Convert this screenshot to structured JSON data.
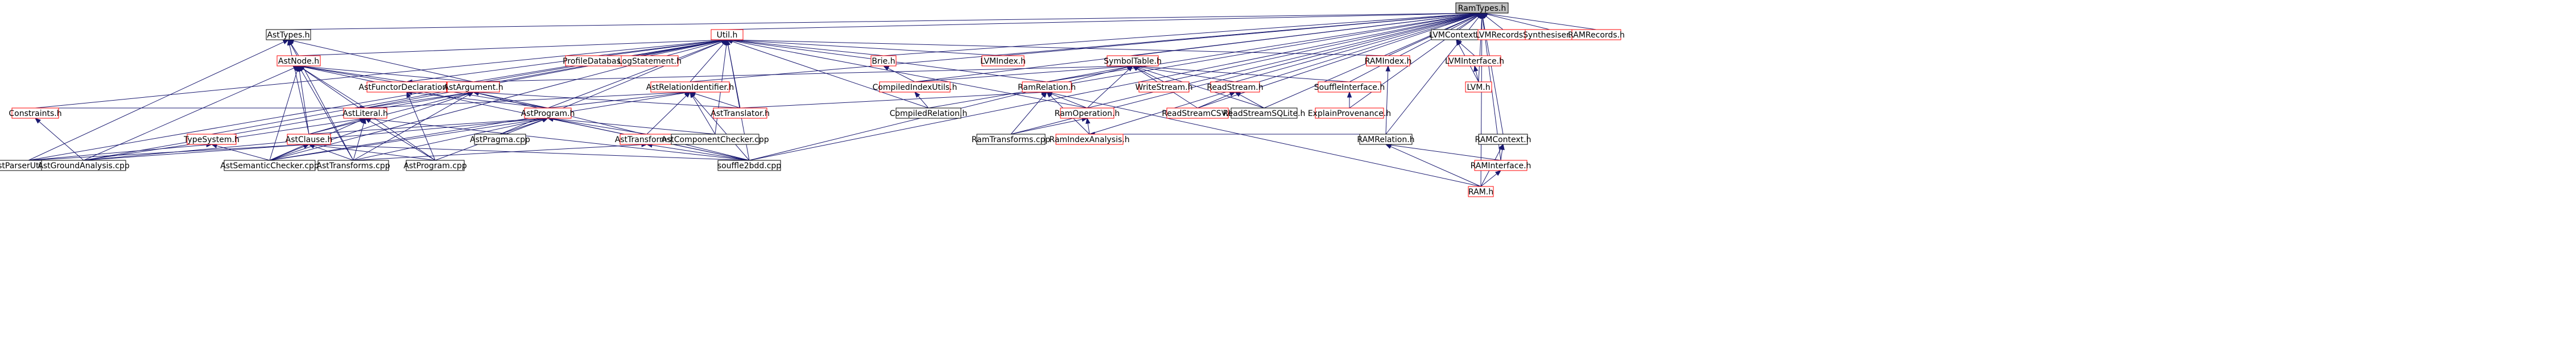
{
  "colors": {
    "background": "#ffffff",
    "edge": "#191970",
    "root_fill": "#bfbfbf",
    "box_border": "#000000",
    "truncated_border": "#ff0000"
  },
  "nodes": [
    {
      "id": "RamTypes",
      "label": "RamTypes.h",
      "root": true,
      "red": false
    },
    {
      "id": "AstTypes",
      "label": "AstTypes.h",
      "red": false
    },
    {
      "id": "LVMContext",
      "label": "LVMContext.h",
      "red": false
    },
    {
      "id": "LVMRecords",
      "label": "LVMRecords.h",
      "red": true
    },
    {
      "id": "Synthesiser",
      "label": "Synthesiser.h",
      "red": true
    },
    {
      "id": "RAMRecords",
      "label": "RAMRecords.h",
      "red": true
    },
    {
      "id": "Util",
      "label": "Util.h",
      "red": true
    },
    {
      "id": "LVMInterface",
      "label": "LVMInterface.h",
      "red": true
    },
    {
      "id": "AstNode",
      "label": "AstNode.h",
      "red": true
    },
    {
      "id": "ProfileDatabase",
      "label": "ProfileDatabase.h",
      "red": true
    },
    {
      "id": "LogStatement",
      "label": "LogStatement.h",
      "red": true
    },
    {
      "id": "Brie",
      "label": "Brie.h",
      "red": true
    },
    {
      "id": "LVMIndex",
      "label": "LVMIndex.h",
      "red": true
    },
    {
      "id": "SymbolTable",
      "label": "SymbolTable.h",
      "red": true
    },
    {
      "id": "RAMIndex",
      "label": "RAMIndex.h",
      "red": true
    },
    {
      "id": "AstFunctorDeclaration",
      "label": "AstFunctorDeclaration.h",
      "red": true
    },
    {
      "id": "AstArgument",
      "label": "AstArgument.h",
      "red": true
    },
    {
      "id": "AstRelationIdentifier",
      "label": "AstRelationIdentifier.h",
      "red": true
    },
    {
      "id": "CompiledIndexUtils",
      "label": "CompiledIndexUtils.h",
      "red": true
    },
    {
      "id": "RamRelation",
      "label": "RamRelation.h",
      "red": true
    },
    {
      "id": "WriteStream",
      "label": "WriteStream.h",
      "red": true
    },
    {
      "id": "ReadStream",
      "label": "ReadStream.h",
      "red": true
    },
    {
      "id": "SouffleInterface",
      "label": "SouffleInterface.h",
      "red": true
    },
    {
      "id": "LVMh",
      "label": "LVM.h",
      "red": true
    },
    {
      "id": "Constraints",
      "label": "Constraints.h",
      "red": true
    },
    {
      "id": "AstLiteral",
      "label": "AstLiteral.h",
      "red": true
    },
    {
      "id": "AstProgram",
      "label": "AstProgram.h",
      "red": true
    },
    {
      "id": "AstTranslator",
      "label": "AstTranslator.h",
      "red": true
    },
    {
      "id": "CompiledRelation",
      "label": "CompiledRelation.h",
      "red": false
    },
    {
      "id": "RamOperation",
      "label": "RamOperation.h",
      "red": true
    },
    {
      "id": "ReadStreamCSV",
      "label": "ReadStreamCSV.h",
      "red": true
    },
    {
      "id": "ReadStreamSQLite",
      "label": "ReadStreamSQLite.h",
      "red": false
    },
    {
      "id": "ExplainProvenance",
      "label": "ExplainProvenance.h",
      "red": true
    },
    {
      "id": "TypeSystem",
      "label": "TypeSystem.h",
      "red": true
    },
    {
      "id": "AstClause",
      "label": "AstClause.h",
      "red": true
    },
    {
      "id": "AstTransforms",
      "label": "AstTransforms.h",
      "red": true
    },
    {
      "id": "AstPragma",
      "label": "AstPragma.cpp",
      "red": false
    },
    {
      "id": "AstComponentChecker",
      "label": "AstComponentChecker.cpp",
      "red": false
    },
    {
      "id": "RamTransformsCpp",
      "label": "RamTransforms.cpp",
      "red": false
    },
    {
      "id": "RamIndexAnalysis",
      "label": "RamIndexAnalysis.h",
      "red": true
    },
    {
      "id": "RAMRelation",
      "label": "RAMRelation.h",
      "red": false
    },
    {
      "id": "RAMContext",
      "label": "RAMContext.h",
      "red": false
    },
    {
      "id": "RAMInterface",
      "label": "RAMInterface.h",
      "red": true
    },
    {
      "id": "RAMh",
      "label": "RAM.h",
      "red": true
    },
    {
      "id": "AstParserUtils",
      "label": "AstParserUtils.cpp",
      "red": false
    },
    {
      "id": "AstGroundAnalysis",
      "label": "AstGroundAnalysis.cpp",
      "red": false
    },
    {
      "id": "AstSemanticChecker",
      "label": "AstSemanticChecker.cpp",
      "red": false
    },
    {
      "id": "AstTransformsCpp",
      "label": "AstTransforms.cpp",
      "red": false
    },
    {
      "id": "AstProgramCpp",
      "label": "AstProgram.cpp",
      "red": false
    },
    {
      "id": "Souffle2bdd",
      "label": "souffle2bdd.cpp",
      "red": false
    }
  ],
  "edges": [
    [
      "AstTypes",
      "RamTypes"
    ],
    [
      "LVMContext",
      "RamTypes"
    ],
    [
      "LVMRecords",
      "RamTypes"
    ],
    [
      "Synthesiser",
      "RamTypes"
    ],
    [
      "RAMRecords",
      "RamTypes"
    ],
    [
      "Util",
      "RamTypes"
    ],
    [
      "Brie",
      "RamTypes"
    ],
    [
      "LVMIndex",
      "RamTypes"
    ],
    [
      "SymbolTable",
      "RamTypes"
    ],
    [
      "RAMIndex",
      "RamTypes"
    ],
    [
      "RamRelation",
      "RamTypes"
    ],
    [
      "WriteStream",
      "RamTypes"
    ],
    [
      "ReadStream",
      "RamTypes"
    ],
    [
      "SouffleInterface",
      "RamTypes"
    ],
    [
      "LVMh",
      "RamTypes"
    ],
    [
      "CompiledIndexUtils",
      "RamTypes"
    ],
    [
      "CompiledRelation",
      "RamTypes"
    ],
    [
      "RamOperation",
      "RamTypes"
    ],
    [
      "ReadStreamCSV",
      "RamTypes"
    ],
    [
      "ReadStreamSQLite",
      "RamTypes"
    ],
    [
      "ExplainProvenance",
      "RamTypes"
    ],
    [
      "RamTransformsCpp",
      "RamTypes"
    ],
    [
      "RamIndexAnalysis",
      "RamTypes"
    ],
    [
      "RAMRelation",
      "RamTypes"
    ],
    [
      "RAMContext",
      "RamTypes"
    ],
    [
      "RAMInterface",
      "RamTypes"
    ],
    [
      "RAMh",
      "RamTypes"
    ],
    [
      "Souffle2bdd",
      "RamTypes"
    ],
    [
      "AstRelationIdentifier",
      "RamTypes"
    ],
    [
      "AstNode",
      "AstTypes"
    ],
    [
      "AstArgument",
      "AstTypes"
    ],
    [
      "AstClause",
      "AstTypes"
    ],
    [
      "AstParserUtils",
      "AstTypes"
    ],
    [
      "AstTransformsCpp",
      "AstTypes"
    ],
    [
      "LVMInterface",
      "LVMContext"
    ],
    [
      "LVMh",
      "LVMContext"
    ],
    [
      "LVMh",
      "LVMInterface"
    ],
    [
      "AstNode",
      "Util"
    ],
    [
      "ProfileDatabase",
      "Util"
    ],
    [
      "LogStatement",
      "Util"
    ],
    [
      "Brie",
      "Util"
    ],
    [
      "LVMIndex",
      "Util"
    ],
    [
      "RAMIndex",
      "Util"
    ],
    [
      "AstFunctorDeclaration",
      "Util"
    ],
    [
      "AstArgument",
      "Util"
    ],
    [
      "AstRelationIdentifier",
      "Util"
    ],
    [
      "RamRelation",
      "Util"
    ],
    [
      "RamOperation",
      "Util"
    ],
    [
      "AstLiteral",
      "Util"
    ],
    [
      "AstProgram",
      "Util"
    ],
    [
      "AstTranslator",
      "Util"
    ],
    [
      "CompiledRelation",
      "Util"
    ],
    [
      "Constraints",
      "Util"
    ],
    [
      "AstParserUtils",
      "Util"
    ],
    [
      "AstSemanticChecker",
      "Util"
    ],
    [
      "AstPragma",
      "Util"
    ],
    [
      "AstComponentChecker",
      "Util"
    ],
    [
      "Souffle2bdd",
      "Util"
    ],
    [
      "TypeSystem",
      "Util"
    ],
    [
      "AstFunctorDeclaration",
      "AstNode"
    ],
    [
      "AstArgument",
      "AstNode"
    ],
    [
      "AstLiteral",
      "AstNode"
    ],
    [
      "AstClause",
      "AstNode"
    ],
    [
      "AstProgram",
      "AstNode"
    ],
    [
      "AstGroundAnalysis",
      "AstNode"
    ],
    [
      "AstSemanticChecker",
      "AstNode"
    ],
    [
      "AstTransformsCpp",
      "AstNode"
    ],
    [
      "AstProgramCpp",
      "AstNode"
    ],
    [
      "Souffle2bdd",
      "AstNode"
    ],
    [
      "CompiledIndexUtils",
      "Brie"
    ],
    [
      "CompiledRelation",
      "CompiledIndexUtils"
    ],
    [
      "AstArgument",
      "SymbolTable"
    ],
    [
      "CompiledIndexUtils",
      "SymbolTable"
    ],
    [
      "RamRelation",
      "SymbolTable"
    ],
    [
      "WriteStream",
      "SymbolTable"
    ],
    [
      "ReadStream",
      "SymbolTable"
    ],
    [
      "SouffleInterface",
      "SymbolTable"
    ],
    [
      "ReadStreamCSV",
      "SymbolTable"
    ],
    [
      "ReadStreamSQLite",
      "SymbolTable"
    ],
    [
      "RamOperation",
      "SymbolTable"
    ],
    [
      "Souffle2bdd",
      "SymbolTable"
    ],
    [
      "ReadStreamCSV",
      "ReadStream"
    ],
    [
      "ReadStreamSQLite",
      "ReadStream"
    ],
    [
      "ExplainProvenance",
      "SouffleInterface"
    ],
    [
      "RAMRelation",
      "RAMIndex"
    ],
    [
      "RAMh",
      "RAMRelation"
    ],
    [
      "RAMInterface",
      "RAMRelation"
    ],
    [
      "RAMInterface",
      "RAMContext"
    ],
    [
      "RAMh",
      "RAMContext"
    ],
    [
      "RAMh",
      "RAMInterface"
    ],
    [
      "AstTranslator",
      "RamRelation"
    ],
    [
      "RamOperation",
      "RamRelation"
    ],
    [
      "RamTransformsCpp",
      "RamRelation"
    ],
    [
      "RamIndexAnalysis",
      "RamRelation"
    ],
    [
      "RAMh",
      "RamRelation"
    ],
    [
      "RamTransformsCpp",
      "RamOperation"
    ],
    [
      "RamIndexAnalysis",
      "RamOperation"
    ],
    [
      "RAMRelation",
      "RamIndexAnalysis"
    ],
    [
      "AstArgument",
      "AstFunctorDeclaration"
    ],
    [
      "AstProgram",
      "AstFunctorDeclaration"
    ],
    [
      "AstProgramCpp",
      "AstFunctorDeclaration"
    ],
    [
      "AstLiteral",
      "AstArgument"
    ],
    [
      "AstClause",
      "AstArgument"
    ],
    [
      "AstProgram",
      "AstArgument"
    ],
    [
      "AstTranslator",
      "AstArgument"
    ],
    [
      "AstSemanticChecker",
      "AstArgument"
    ],
    [
      "AstGroundAnalysis",
      "AstArgument"
    ],
    [
      "Souffle2bdd",
      "AstArgument"
    ],
    [
      "AstTransformsCpp",
      "AstArgument"
    ],
    [
      "AstLiteral",
      "AstRelationIdentifier"
    ],
    [
      "AstProgram",
      "AstRelationIdentifier"
    ],
    [
      "AstTranslator",
      "AstRelationIdentifier"
    ],
    [
      "AstComponentChecker",
      "AstRelationIdentifier"
    ],
    [
      "AstTransforms",
      "AstRelationIdentifier"
    ],
    [
      "Souffle2bdd",
      "AstRelationIdentifier"
    ],
    [
      "AstSemanticChecker",
      "AstRelationIdentifier"
    ],
    [
      "AstClause",
      "AstLiteral"
    ],
    [
      "Constraints",
      "AstLiteral"
    ],
    [
      "AstGroundAnalysis",
      "AstLiteral"
    ],
    [
      "AstSemanticChecker",
      "AstLiteral"
    ],
    [
      "AstTransformsCpp",
      "AstLiteral"
    ],
    [
      "AstProgramCpp",
      "AstLiteral"
    ],
    [
      "Souffle2bdd",
      "AstLiteral"
    ],
    [
      "AstPragma",
      "AstProgram"
    ],
    [
      "AstTransforms",
      "AstProgram"
    ],
    [
      "AstComponentChecker",
      "AstProgram"
    ],
    [
      "AstSemanticChecker",
      "AstProgram"
    ],
    [
      "AstTransformsCpp",
      "AstProgram"
    ],
    [
      "AstProgramCpp",
      "AstProgram"
    ],
    [
      "Souffle2bdd",
      "AstProgram"
    ],
    [
      "AstGroundAnalysis",
      "AstProgram"
    ],
    [
      "AstClause",
      "AstProgram"
    ],
    [
      "AstTransformsCpp",
      "AstTransforms"
    ],
    [
      "Souffle2bdd",
      "AstTransforms"
    ],
    [
      "AstGroundAnalysis",
      "Constraints"
    ],
    [
      "AstSemanticChecker",
      "TypeSystem"
    ],
    [
      "AstParserUtils",
      "TypeSystem"
    ],
    [
      "AstParserUtils",
      "AstClause"
    ],
    [
      "AstGroundAnalysis",
      "AstClause"
    ],
    [
      "AstSemanticChecker",
      "AstClause"
    ],
    [
      "AstTransformsCpp",
      "AstClause"
    ],
    [
      "AstProgramCpp",
      "AstClause"
    ],
    [
      "Souffle2bdd",
      "AstClause"
    ]
  ]
}
